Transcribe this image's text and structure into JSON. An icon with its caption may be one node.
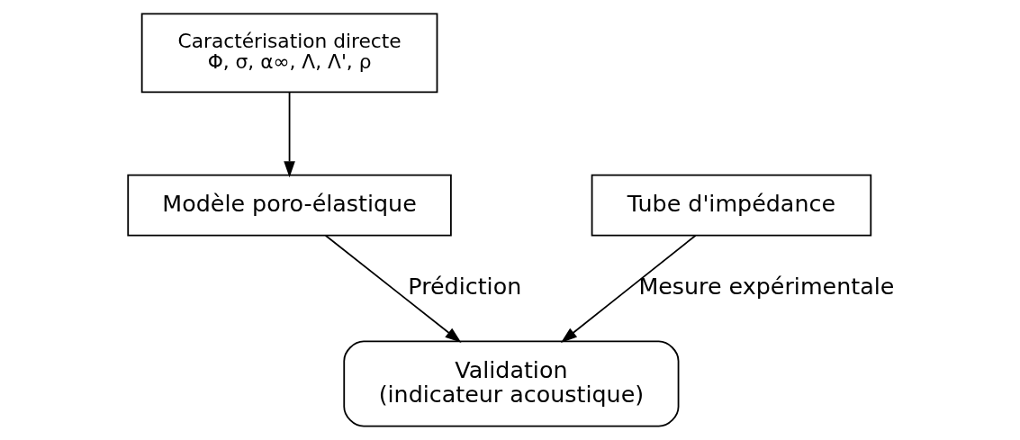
{
  "diagram": {
    "nodes": [
      {
        "text": [
          "Caractérisation directe",
          "Φ, σ, α∞, Λ, Λ', ρ"
        ]
      },
      {
        "text": [
          "Modèle poro-élastique"
        ]
      },
      {
        "text": [
          "Tube d'impédance"
        ]
      },
      {
        "text": [
          "Validation",
          "(indicateur acoustique)"
        ]
      }
    ],
    "edges": [
      {
        "from": 0,
        "to": 1,
        "arrow": "to"
      },
      {
        "from": 1,
        "to": 3,
        "arrow": "to",
        "label": "Prédiction"
      },
      {
        "from": 2,
        "to": 3,
        "arrow": "to",
        "label": "Mesure expérimentale"
      }
    ]
  }
}
